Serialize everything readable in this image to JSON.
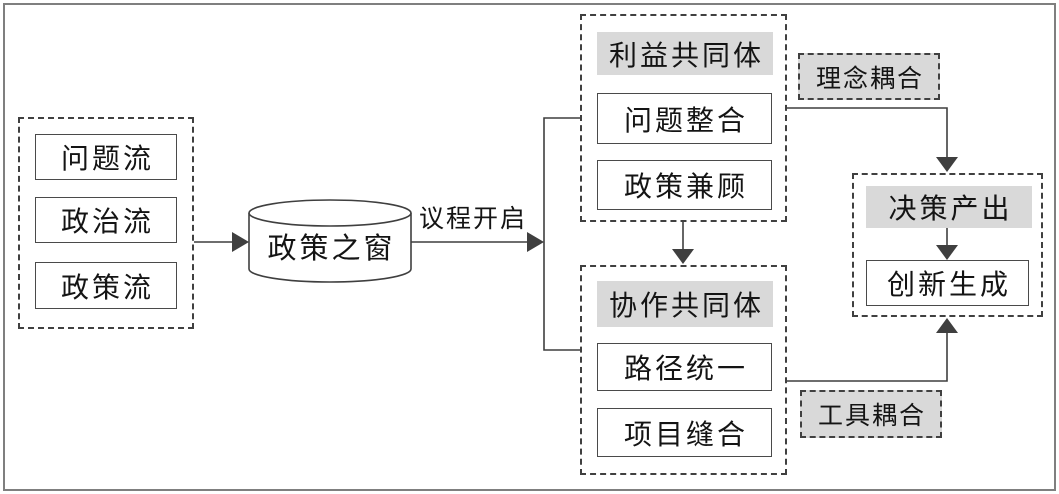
{
  "diagram": {
    "streams_group": {
      "items": [
        {
          "label": "问题流"
        },
        {
          "label": "政治流"
        },
        {
          "label": "政策流"
        }
      ]
    },
    "policy_window": {
      "label": "政策之窗"
    },
    "agenda_arrow_label": "议程开启",
    "interest_community": {
      "title": "利益共同体",
      "items": [
        {
          "label": "问题整合"
        },
        {
          "label": "政策兼顾"
        }
      ]
    },
    "collaboration_community": {
      "title": "协作共同体",
      "items": [
        {
          "label": "路径统一"
        },
        {
          "label": "项目缝合"
        }
      ]
    },
    "decision_output": {
      "title": "决策产出",
      "items": [
        {
          "label": "创新生成"
        }
      ]
    },
    "couplings": {
      "concept": "理念耦合",
      "tool": "工具耦合"
    },
    "colors": {
      "shaded_fill": "#d9d9d9",
      "line": "#3f3f3f",
      "box_border": "#4a4a4a",
      "dashed_border": "#404040",
      "outer_border": "#7f7f7f",
      "background": "#ffffff",
      "text": "#141414"
    }
  }
}
